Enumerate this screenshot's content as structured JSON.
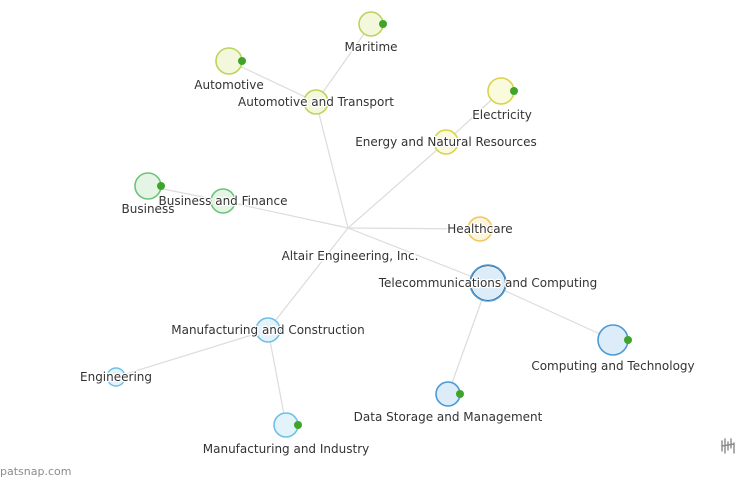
{
  "graph": {
    "nodes": {
      "center": {
        "label": "Altair Engineering, Inc."
      },
      "telecom": {
        "label": "Telecommunications and Computing",
        "color": "#4a9ad6",
        "fill": "#dcecf8"
      },
      "computing_tech": {
        "label": "Computing and Technology",
        "color": "#4a9ad6",
        "fill": "#dcecf8"
      },
      "data_storage": {
        "label": "Data Storage and Management",
        "color": "#4a9ad6",
        "fill": "#dcecf8"
      },
      "manufacturing_construction": {
        "label": "Manufacturing and Construction",
        "color": "#6ec0e6",
        "fill": "#e3f3fa"
      },
      "engineering": {
        "label": "Engineering",
        "color": "#6ec0e6",
        "fill": "#e3f3fa"
      },
      "manufacturing_industry": {
        "label": "Manufacturing and Industry",
        "color": "#6ec0e6",
        "fill": "#e3f3fa"
      },
      "healthcare": {
        "label": "Healthcare",
        "color": "#f0c85a",
        "fill": "#fdf4dc"
      },
      "energy": {
        "label": "Energy and Natural Resources",
        "color": "#d8d34a",
        "fill": "#fafadc"
      },
      "electricity": {
        "label": "Electricity",
        "color": "#d8d34a",
        "fill": "#fafadc"
      },
      "auto_transport": {
        "label": "Automotive and Transport",
        "color": "#bcd45a",
        "fill": "#f3f8dc"
      },
      "automotive": {
        "label": "Automotive",
        "color": "#bcd45a",
        "fill": "#f3f8dc"
      },
      "maritime": {
        "label": "Maritime",
        "color": "#bcd45a",
        "fill": "#f3f8dc"
      },
      "business_finance": {
        "label": "Business and Finance",
        "color": "#6cc47a",
        "fill": "#e4f5e6"
      },
      "business": {
        "label": "Business",
        "color": "#6cc47a",
        "fill": "#e4f5e6"
      }
    },
    "leaf_marker_color": "#3ea52a"
  },
  "footer": {
    "watermark": "patsnap.com",
    "logo_icon": "patsnap-logo-icon"
  }
}
